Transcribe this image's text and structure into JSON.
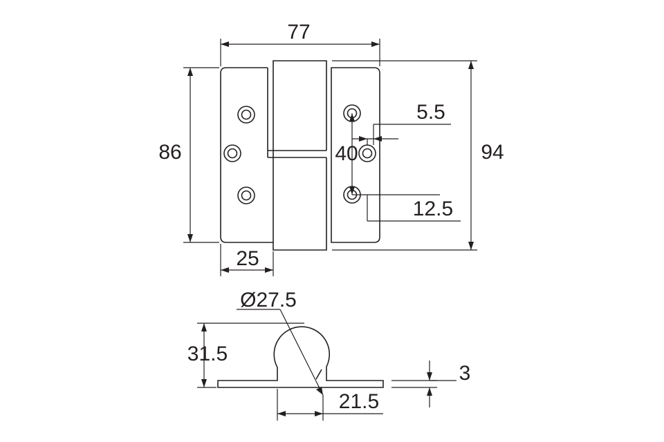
{
  "front_view": {
    "width": "77",
    "height_leaf": "86",
    "height_total": "94",
    "hole_spacing": "40",
    "hole_diameter": "5.5",
    "hole_offset": "12.5",
    "knuckle_offset": "25"
  },
  "side_view": {
    "knuckle_diameter": "Ø27.5",
    "height": "31.5",
    "thickness": "3",
    "knuckle_width": "21.5"
  }
}
